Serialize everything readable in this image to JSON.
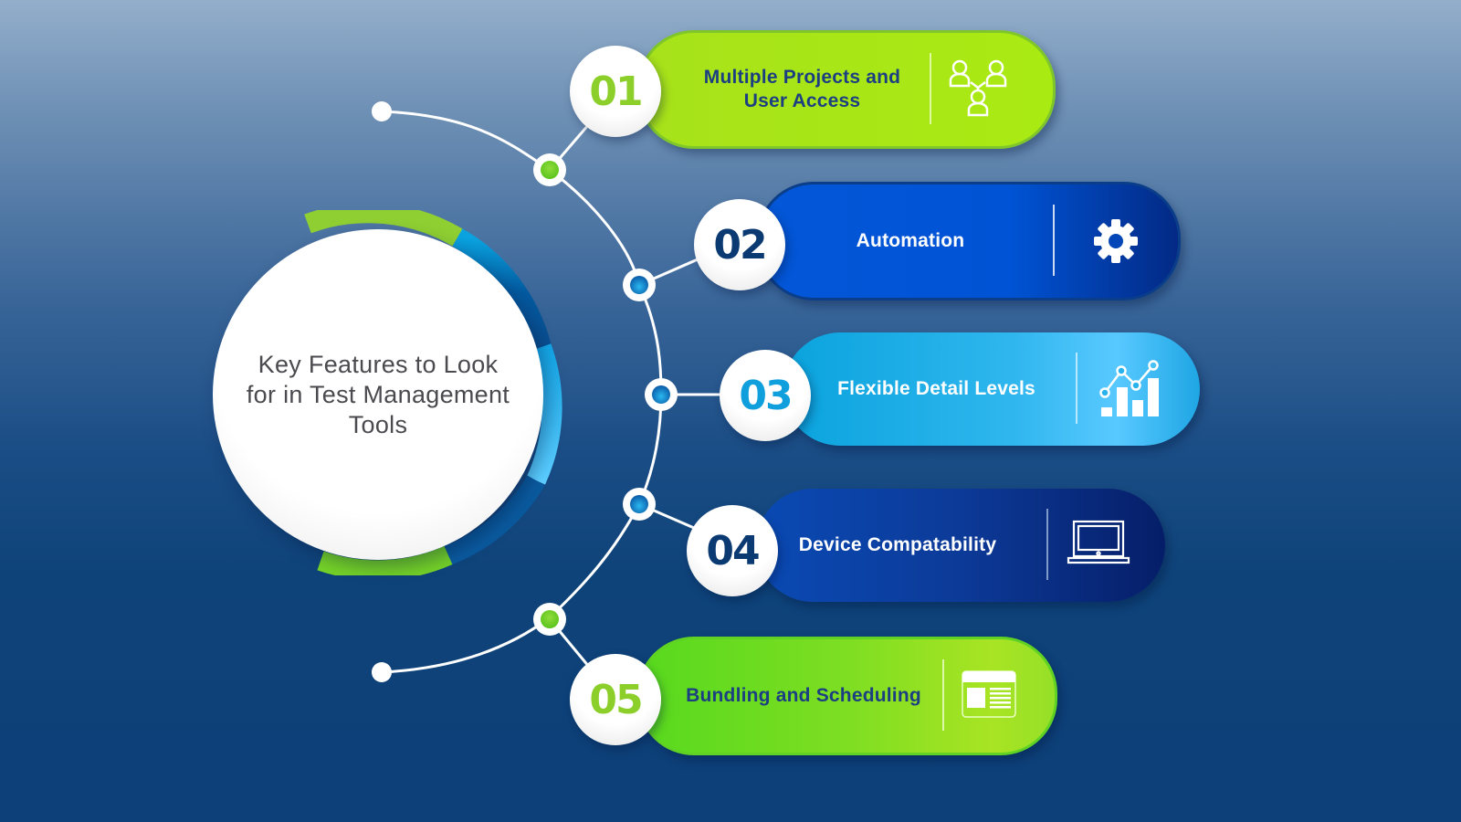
{
  "hub": {
    "title": "Key Features to Look for in Test Management Tools"
  },
  "features": [
    {
      "number": "01",
      "label": "Multiple Projects and User Access",
      "icon": "users-network-icon",
      "color": "#a7e21a"
    },
    {
      "number": "02",
      "label": "Automation",
      "icon": "gear-icon",
      "color": "#0357d8"
    },
    {
      "number": "03",
      "label": "Flexible Detail Levels",
      "icon": "bar-line-chart-icon",
      "color": "#2fb6ee"
    },
    {
      "number": "04",
      "label": "Device Compatability",
      "icon": "laptop-icon",
      "color": "#0c3a98"
    },
    {
      "number": "05",
      "label": "Bundling and Scheduling",
      "icon": "browser-layout-icon",
      "color": "#7ede22"
    }
  ],
  "colors": {
    "accent_green": "#8ccf2a",
    "accent_blue": "#0e9fdc",
    "dark_navy": "#0b3a72",
    "background_top": "#93aecb",
    "background_bottom": "#0d3f78"
  }
}
